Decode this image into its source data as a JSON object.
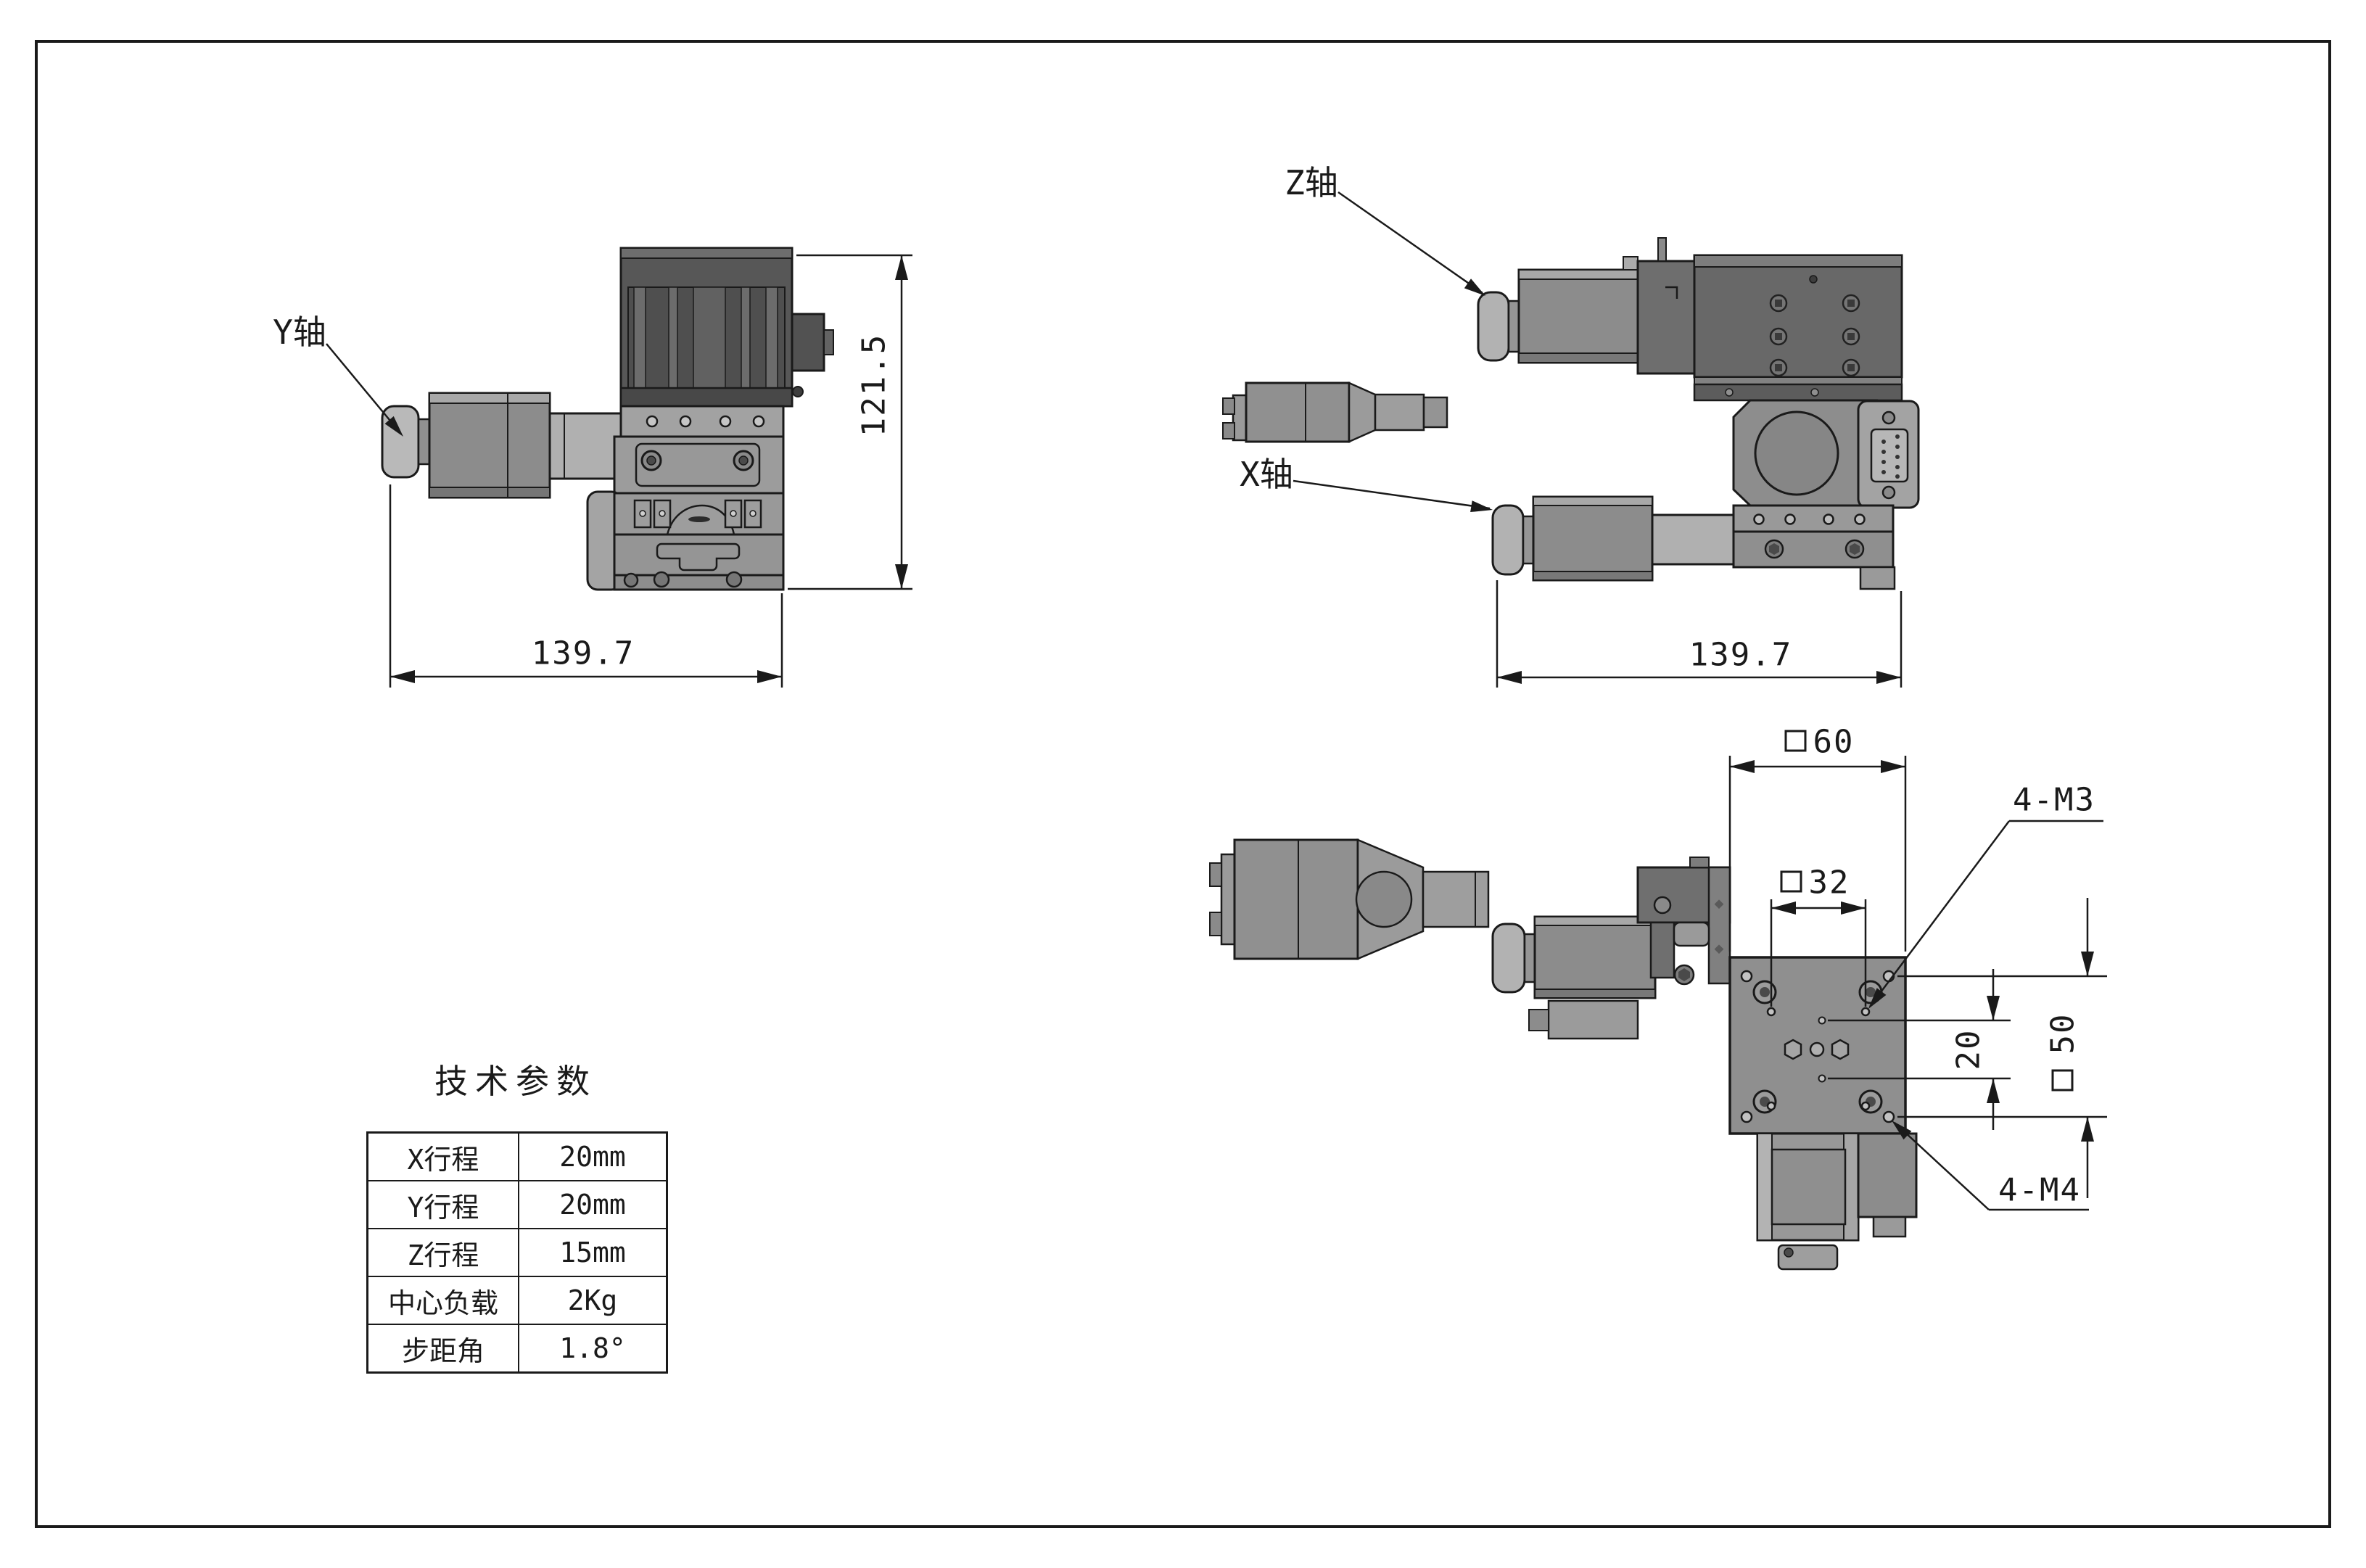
{
  "sheet": {
    "background": "#ffffff",
    "line_color": "#1a1a1a",
    "colors": {
      "motor_dark": "#575757",
      "motor_flange": "#4a4a4a",
      "body_grey": "#8f8f8f",
      "stage_grey": "#9c9c9c",
      "light_grey": "#b2b2b2",
      "divider_dark": "#5c5c5c"
    }
  },
  "labels": {
    "y_axis": "Y轴",
    "z_axis": "Z轴",
    "x_axis": "X轴"
  },
  "dimensions": {
    "view_a_height": "121.5",
    "view_a_width": "139.7",
    "view_b_width": "139.7",
    "plate_outer": {
      "symbol": "□",
      "value": "60"
    },
    "plate_inner": {
      "symbol": "□",
      "value": "32"
    },
    "hole_row_spacing": "20",
    "mount_square": {
      "symbol": "□",
      "value": "50"
    },
    "m3_holes": "4-M3",
    "m4_holes": "4-M4"
  },
  "spec_table": {
    "title": "技术参数",
    "rows": [
      {
        "param": "X行程",
        "value": "20mm"
      },
      {
        "param": "Y行程",
        "value": "20mm"
      },
      {
        "param": "Z行程",
        "value": "15mm"
      },
      {
        "param": "中心负载",
        "value": "2Kg"
      },
      {
        "param": "步距角",
        "value": "1.8°"
      }
    ]
  }
}
